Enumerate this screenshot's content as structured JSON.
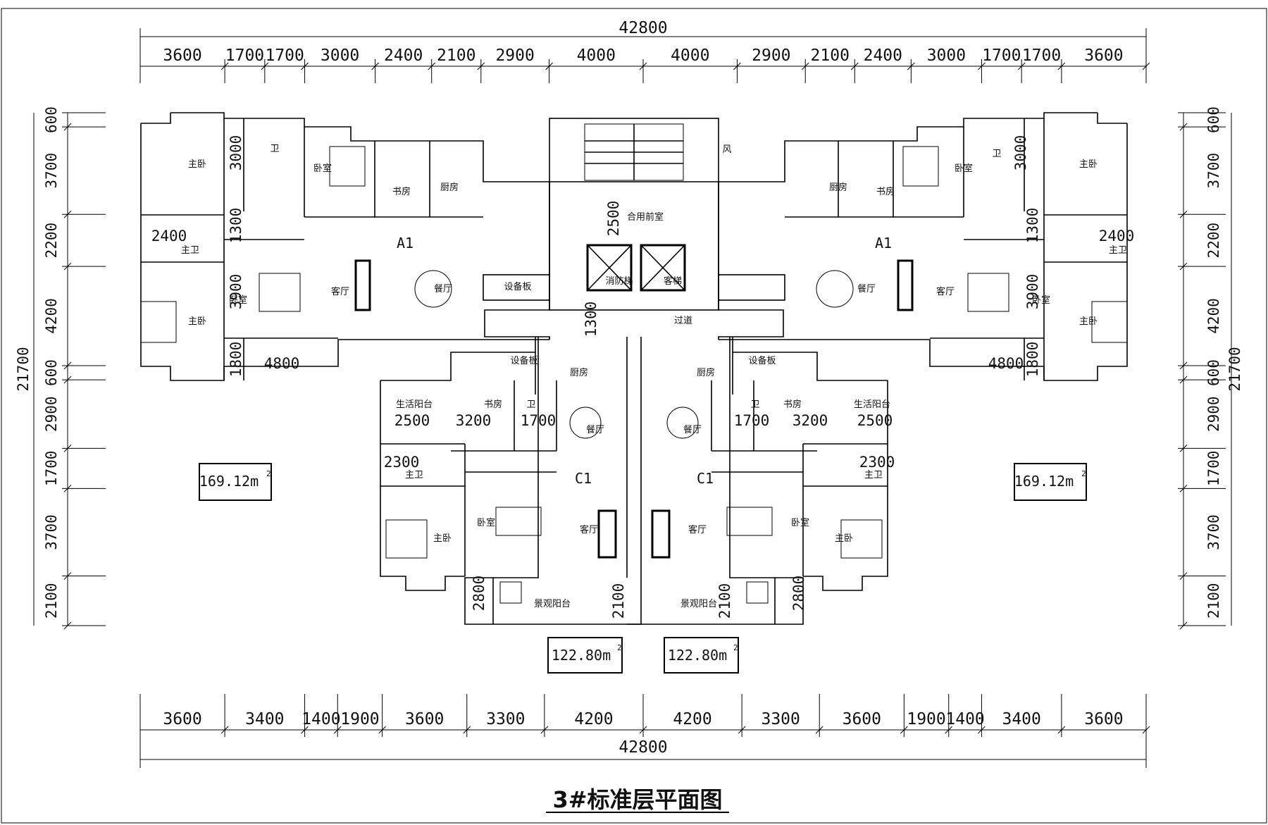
{
  "title": "3#标准层平面图",
  "dimensions": {
    "top_total": "42800",
    "top_segments": [
      "3600",
      "1700",
      "1700",
      "3000",
      "2400",
      "2100",
      "2900",
      "4000",
      "4000",
      "2900",
      "2100",
      "2400",
      "3000",
      "1700",
      "1700",
      "3600"
    ],
    "bottom_total": "42800",
    "bottom_segments": [
      "3600",
      "3400",
      "1400",
      "1900",
      "3600",
      "3300",
      "4200",
      "4200",
      "3300",
      "3600",
      "1900",
      "1400",
      "3400",
      "3600"
    ],
    "side_total": "21700",
    "left_segments": [
      "600",
      "3700",
      "2200",
      "4200",
      "600",
      "2900",
      "1700",
      "3700",
      "2100"
    ],
    "right_segments": [
      "600",
      "3700",
      "2200",
      "4200",
      "600",
      "2900",
      "1700",
      "3700",
      "2100"
    ],
    "inner_left": {
      "d3000": "3000",
      "d2400": "2400",
      "d1300": "1300",
      "d3900": "3900",
      "d1800": "1800",
      "d4800": "4800",
      "d2500": "2500",
      "d3200": "3200",
      "d1700": "1700",
      "d2300": "2300",
      "d2800": "2800",
      "d2100": "2100"
    },
    "inner_core": {
      "d2500": "2500",
      "d1300": "1300"
    }
  },
  "units": {
    "a1_left": "A1",
    "a1_right": "A1",
    "c1_left": "C1",
    "c1_right": "C1"
  },
  "areas": {
    "a1_left": "169.12m",
    "a1_right": "169.12m",
    "c1_left": "122.80m",
    "c1_right": "122.80m",
    "sup": "2"
  },
  "rooms": {
    "master_bed": "主卧",
    "master_bath": "主卫",
    "bath": "卫",
    "bedroom": "卧室",
    "study": "书房",
    "kitchen": "厨房",
    "living": "客厅",
    "dining": "餐厅",
    "equipment": "设备板",
    "lobby": "合用前室",
    "fire_elevator": "消防梯",
    "elevator": "客梯",
    "corridor": "过道",
    "wind": "风",
    "service_balcony": "生活阳台",
    "view_balcony": "景观阳台"
  }
}
